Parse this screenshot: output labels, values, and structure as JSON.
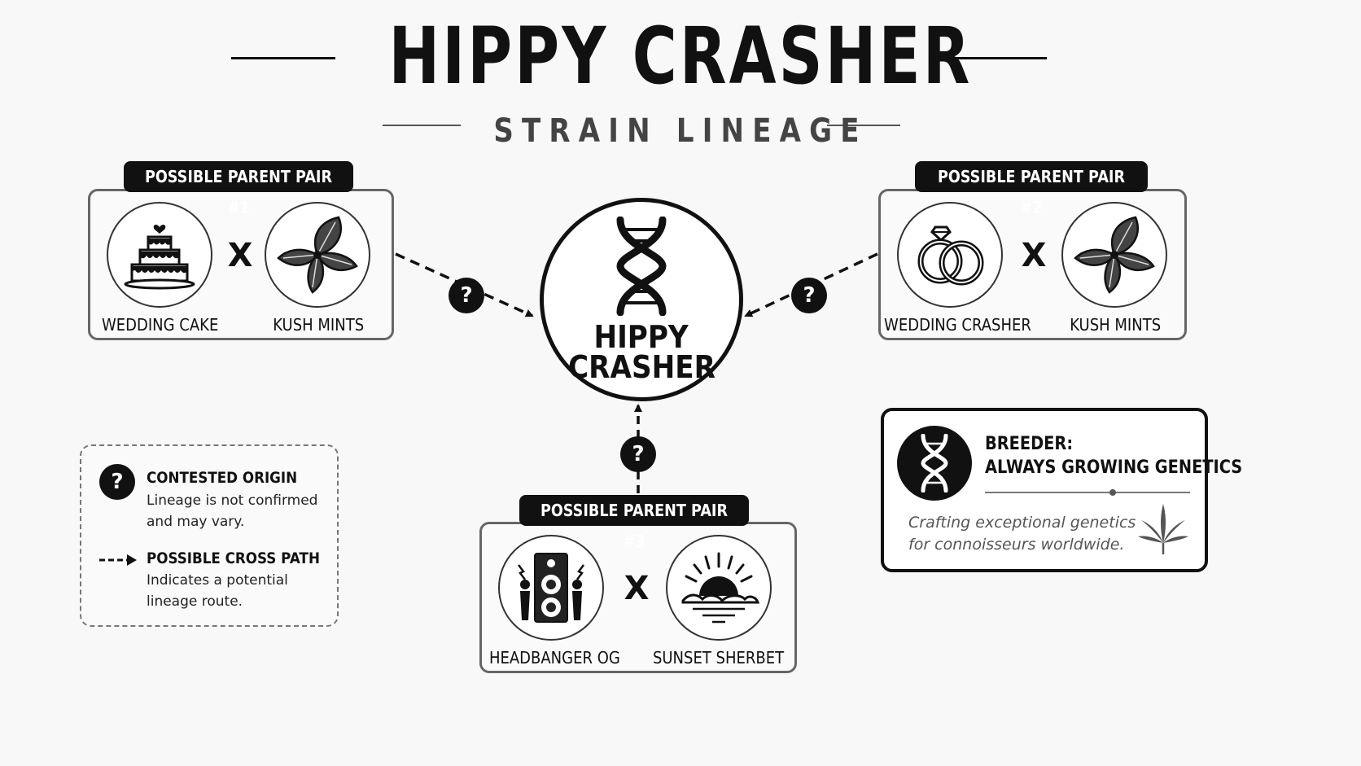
{
  "header": {
    "title": "HIPPY CRASHER",
    "subtitle": "STRAIN LINEAGE"
  },
  "center": {
    "line1": "HIPPY",
    "line2": "CRASHER",
    "icon": "dna-helix-icon"
  },
  "pairs": [
    {
      "label": "POSSIBLE PARENT PAIR #1",
      "parent_a": {
        "name": "WEDDING CAKE",
        "icon": "wedding-cake-icon"
      },
      "parent_b": {
        "name": "KUSH MINTS",
        "icon": "mint-leaves-icon"
      },
      "cross": "X"
    },
    {
      "label": "POSSIBLE PARENT PAIR #2",
      "parent_a": {
        "name": "WEDDING CRASHER",
        "icon": "wedding-rings-icon"
      },
      "parent_b": {
        "name": "KUSH MINTS",
        "icon": "mint-leaves-icon"
      },
      "cross": "X"
    },
    {
      "label": "POSSIBLE PARENT PAIR #3",
      "parent_a": {
        "name": "HEADBANGER OG",
        "icon": "speaker-headbanger-icon"
      },
      "parent_b": {
        "name": "SUNSET SHERBET",
        "icon": "sunset-icon"
      },
      "cross": "X"
    }
  ],
  "question_mark": "?",
  "legend": {
    "contested_title": "CONTESTED ORIGIN",
    "contested_desc": "Lineage is not confirmed and may vary.",
    "path_title": "POSSIBLE CROSS PATH",
    "path_desc": "Indicates a potential lineage route."
  },
  "breeder": {
    "line1": "BREEDER:",
    "line2": "ALWAYS GROWING GENETICS",
    "tagline1": "Crafting exceptional genetics",
    "tagline2": "for connoisseurs worldwide.",
    "icon": "dna-helix-icon",
    "leaf_icon": "cannabis-leaf-icon"
  }
}
